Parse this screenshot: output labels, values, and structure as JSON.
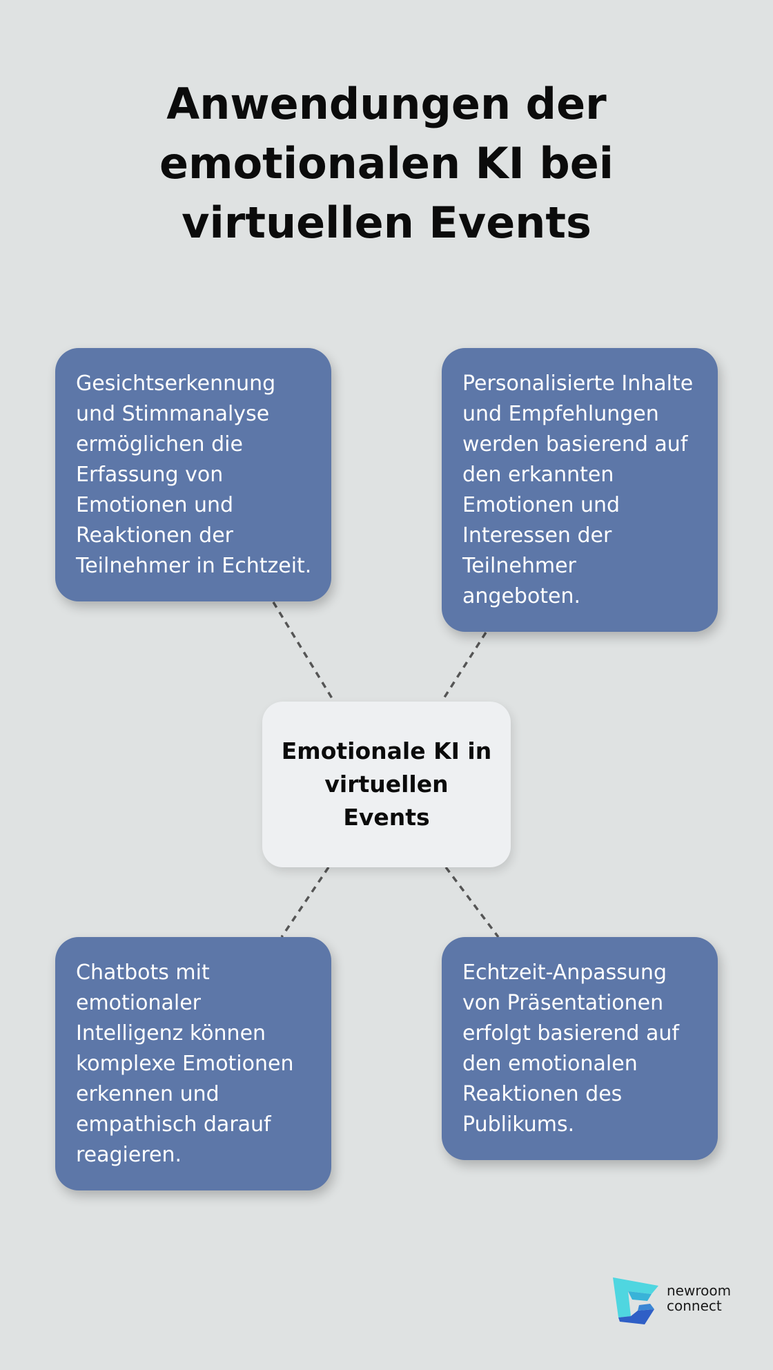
{
  "title": "Anwendungen der emotionalen KI bei virtuellen Events",
  "center": {
    "label": "Emotionale KI in virtuellen Events"
  },
  "cards": {
    "top_left": "Gesichtserkennung und Stimmanalyse ermöglichen die Erfassung von Emotionen und Reaktionen der Teilnehmer in Echtzeit.",
    "top_right": "Personalisierte Inhalte und Empfehlungen werden basierend auf den erkannten Emotionen und Interessen der Teilnehmer angeboten.",
    "bottom_left": "Chatbots mit emotionaler Intelligenz können komplexe Emotionen erkennen und empathisch darauf reagieren.",
    "bottom_right": "Echtzeit-Anpassung von Präsentationen erfolgt basierend auf den emotionalen Reaktionen des Publikums."
  },
  "logo": {
    "line1": "newroom",
    "line2": "connect",
    "colors": {
      "cyan": "#4fd6e0",
      "blue": "#2f5fc6"
    }
  },
  "colors": {
    "background": "#dfe2e2",
    "card": "#5d77a8",
    "center_box": "#eef0f2",
    "connector": "#555555"
  }
}
